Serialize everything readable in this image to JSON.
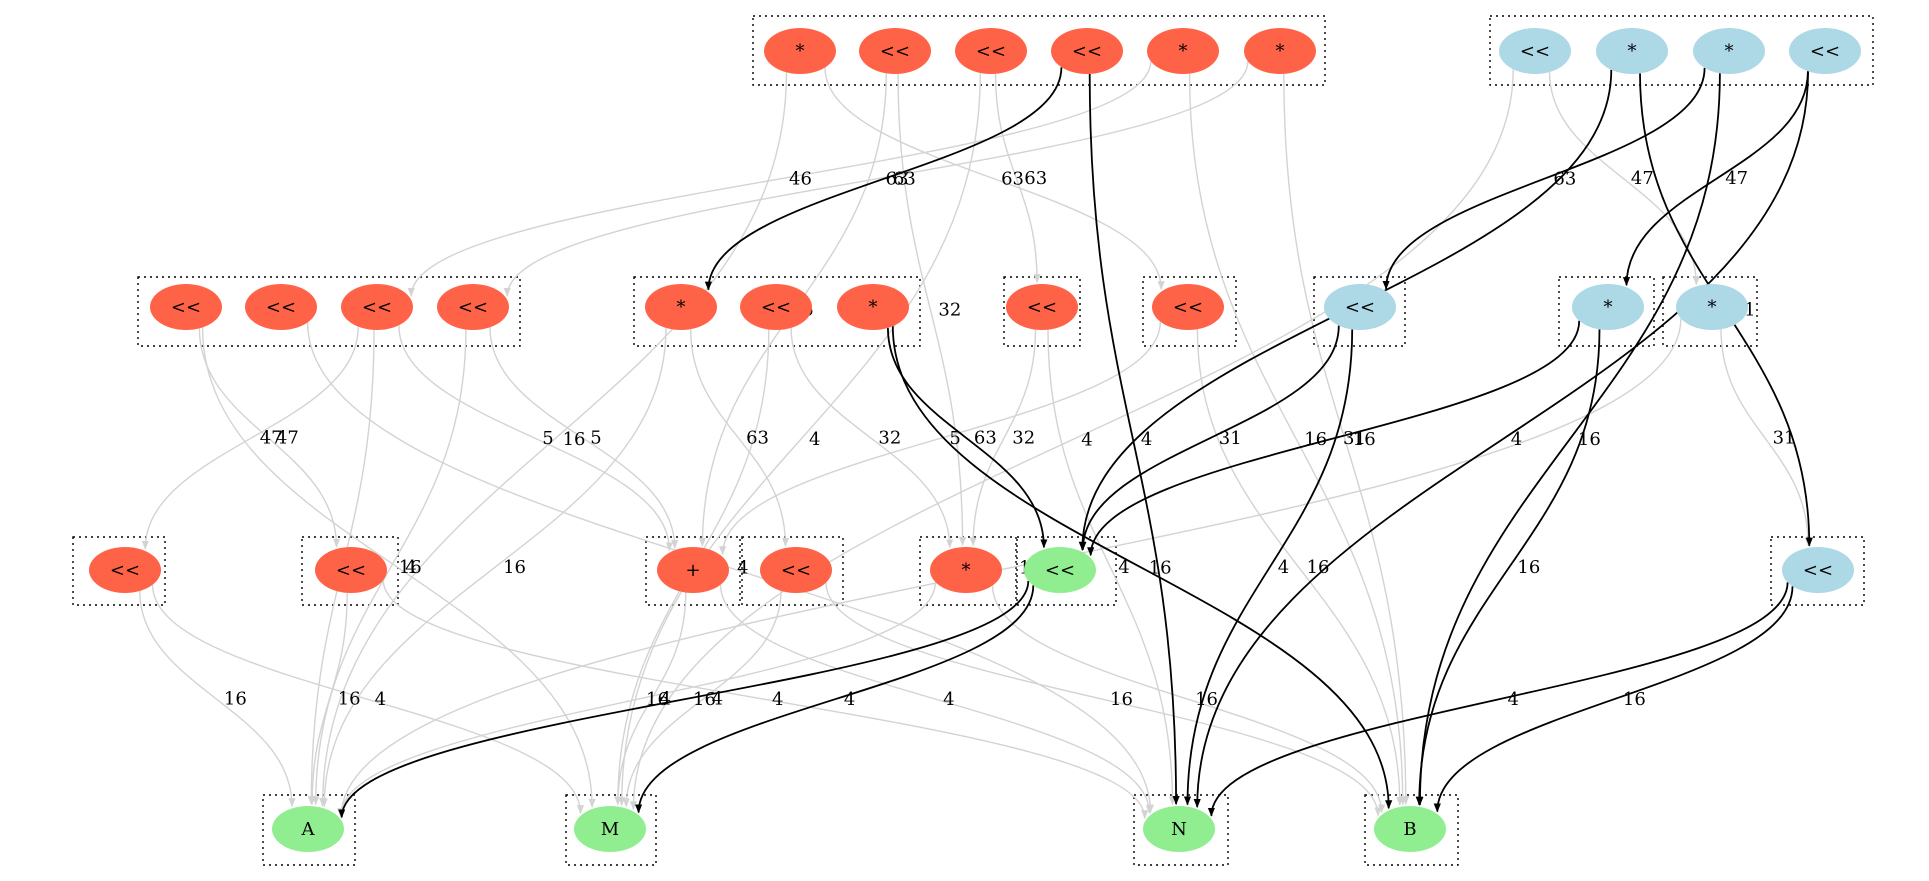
{
  "graph": {
    "colors": {
      "red": "#ff6347",
      "blue": "#add8e6",
      "green": "#90ee90",
      "edge_gray": "#d3d3d3",
      "edge_black": "#000000"
    },
    "nodes": [
      {
        "id": "t1",
        "label": "*",
        "fill": "red"
      },
      {
        "id": "t2",
        "label": "<<",
        "fill": "red"
      },
      {
        "id": "t3",
        "label": "<<",
        "fill": "red"
      },
      {
        "id": "t4",
        "label": "<<",
        "fill": "red"
      },
      {
        "id": "t5",
        "label": "*",
        "fill": "red"
      },
      {
        "id": "t6",
        "label": "*",
        "fill": "red"
      },
      {
        "id": "b1",
        "label": "<<",
        "fill": "blue"
      },
      {
        "id": "b2",
        "label": "*",
        "fill": "blue"
      },
      {
        "id": "b3",
        "label": "*",
        "fill": "blue"
      },
      {
        "id": "b4",
        "label": "<<",
        "fill": "blue"
      },
      {
        "id": "m1",
        "label": "<<",
        "fill": "red"
      },
      {
        "id": "m2",
        "label": "<<",
        "fill": "red"
      },
      {
        "id": "m3",
        "label": "<<",
        "fill": "red"
      },
      {
        "id": "m4",
        "label": "<<",
        "fill": "red"
      },
      {
        "id": "m5",
        "label": "*",
        "fill": "red"
      },
      {
        "id": "m6",
        "label": "<<",
        "fill": "red"
      },
      {
        "id": "m7",
        "label": "*",
        "fill": "red"
      },
      {
        "id": "m8",
        "label": "<<",
        "fill": "red"
      },
      {
        "id": "m9",
        "label": "<<",
        "fill": "red"
      },
      {
        "id": "m10",
        "label": "<<",
        "fill": "blue"
      },
      {
        "id": "m11",
        "label": "*",
        "fill": "blue"
      },
      {
        "id": "m12",
        "label": "*",
        "fill": "blue"
      },
      {
        "id": "l1",
        "label": "<<",
        "fill": "red"
      },
      {
        "id": "l2",
        "label": "<<",
        "fill": "red"
      },
      {
        "id": "l3",
        "label": "+",
        "fill": "red"
      },
      {
        "id": "l4",
        "label": "<<",
        "fill": "red"
      },
      {
        "id": "l5",
        "label": "*",
        "fill": "red"
      },
      {
        "id": "l6",
        "label": "<<",
        "fill": "green"
      },
      {
        "id": "l7",
        "label": "<<",
        "fill": "blue"
      },
      {
        "id": "A",
        "label": "A",
        "fill": "green"
      },
      {
        "id": "M",
        "label": "M",
        "fill": "green"
      },
      {
        "id": "N",
        "label": "N",
        "fill": "green"
      },
      {
        "id": "B",
        "label": "B",
        "fill": "green"
      }
    ],
    "edges": [
      {
        "from": "t1",
        "to": "A",
        "label": "16",
        "color": "gray"
      },
      {
        "from": "t1",
        "to": "m9",
        "label": "63",
        "color": "gray"
      },
      {
        "from": "t2",
        "to": "l3",
        "label": "5",
        "color": "gray"
      },
      {
        "from": "t2",
        "to": "l5",
        "label": "32",
        "color": "gray"
      },
      {
        "from": "t3",
        "to": "M",
        "label": "4",
        "color": "gray"
      },
      {
        "from": "t3",
        "to": "m8",
        "label": "63",
        "color": "gray"
      },
      {
        "from": "t4",
        "to": "m5",
        "label": "63",
        "color": "black"
      },
      {
        "from": "t4",
        "to": "N",
        "label": "4",
        "color": "black"
      },
      {
        "from": "t5",
        "to": "m3",
        "label": "46",
        "color": "gray"
      },
      {
        "from": "t5",
        "to": "B",
        "label": "16",
        "color": "gray"
      },
      {
        "from": "t6",
        "to": "m4",
        "label": "63",
        "color": "gray"
      },
      {
        "from": "t6",
        "to": "B",
        "label": "16",
        "color": "gray"
      },
      {
        "from": "b1",
        "to": "m12",
        "label": "47",
        "color": "gray"
      },
      {
        "from": "b1",
        "to": "M",
        "label": "4",
        "color": "gray"
      },
      {
        "from": "b2",
        "to": "l6",
        "label": "31",
        "color": "black"
      },
      {
        "from": "b2",
        "to": "l7",
        "label": "31",
        "color": "black"
      },
      {
        "from": "b3",
        "to": "m10",
        "label": "63",
        "color": "black"
      },
      {
        "from": "b3",
        "to": "B",
        "label": "16",
        "color": "black"
      },
      {
        "from": "b4",
        "to": "m11",
        "label": "47",
        "color": "black"
      },
      {
        "from": "b4",
        "to": "N",
        "label": "4",
        "color": "black"
      },
      {
        "from": "m1",
        "to": "M",
        "label": "4",
        "color": "gray"
      },
      {
        "from": "m1",
        "to": "l2",
        "label": "47",
        "color": "gray"
      },
      {
        "from": "m2",
        "to": "N",
        "label": "4",
        "color": "gray"
      },
      {
        "from": "m3",
        "to": "l1",
        "label": "47",
        "color": "gray"
      },
      {
        "from": "m3",
        "to": "A",
        "label": "16",
        "color": "gray"
      },
      {
        "from": "m3",
        "to": "l3",
        "label": "5",
        "color": "gray"
      },
      {
        "from": "m4",
        "to": "A",
        "label": "16",
        "color": "gray"
      },
      {
        "from": "m4",
        "to": "l3",
        "label": "5",
        "color": "gray"
      },
      {
        "from": "m5",
        "to": "A",
        "label": "16",
        "color": "gray"
      },
      {
        "from": "m5",
        "to": "l4",
        "label": "63",
        "color": "gray"
      },
      {
        "from": "m6",
        "to": "M",
        "label": "4",
        "color": "gray"
      },
      {
        "from": "m6",
        "to": "l5",
        "label": "32",
        "color": "gray"
      },
      {
        "from": "m7",
        "to": "l6",
        "label": "63",
        "color": "black"
      },
      {
        "from": "m7",
        "to": "B",
        "label": "16",
        "color": "black"
      },
      {
        "from": "m8",
        "to": "l5",
        "label": "32",
        "color": "gray"
      },
      {
        "from": "m8",
        "to": "N",
        "label": "4",
        "color": "gray"
      },
      {
        "from": "m9",
        "to": "l3",
        "label": "5",
        "color": "gray"
      },
      {
        "from": "m9",
        "to": "B",
        "label": "16",
        "color": "gray"
      },
      {
        "from": "m10",
        "to": "l6",
        "label": "31",
        "color": "black"
      },
      {
        "from": "m10",
        "to": "N",
        "label": "4",
        "color": "black"
      },
      {
        "from": "m11",
        "to": "l6",
        "label": "31",
        "color": "black"
      },
      {
        "from": "m11",
        "to": "B",
        "label": "16",
        "color": "black"
      },
      {
        "from": "m12",
        "to": "A",
        "label": "16",
        "color": "gray"
      },
      {
        "from": "m12",
        "to": "l7",
        "label": "31",
        "color": "gray"
      },
      {
        "from": "l1",
        "to": "A",
        "label": "16",
        "color": "gray"
      },
      {
        "from": "l1",
        "to": "M",
        "label": "4",
        "color": "gray"
      },
      {
        "from": "l2",
        "to": "A",
        "label": "16",
        "color": "gray"
      },
      {
        "from": "l2",
        "to": "N",
        "label": "4",
        "color": "gray"
      },
      {
        "from": "l3",
        "to": "M",
        "label": "4",
        "color": "gray"
      },
      {
        "from": "l3",
        "to": "N",
        "label": "4",
        "color": "gray"
      },
      {
        "from": "l4",
        "to": "M",
        "label": "4",
        "color": "gray"
      },
      {
        "from": "l4",
        "to": "B",
        "label": "16",
        "color": "gray"
      },
      {
        "from": "l5",
        "to": "A",
        "label": "16",
        "color": "gray"
      },
      {
        "from": "l5",
        "to": "B",
        "label": "16",
        "color": "gray"
      },
      {
        "from": "l6",
        "to": "A",
        "label": "16",
        "color": "black"
      },
      {
        "from": "l6",
        "to": "M",
        "label": "4",
        "color": "black"
      },
      {
        "from": "l7",
        "to": "N",
        "label": "4",
        "color": "black"
      },
      {
        "from": "l7",
        "to": "B",
        "label": "16",
        "color": "black"
      }
    ]
  }
}
